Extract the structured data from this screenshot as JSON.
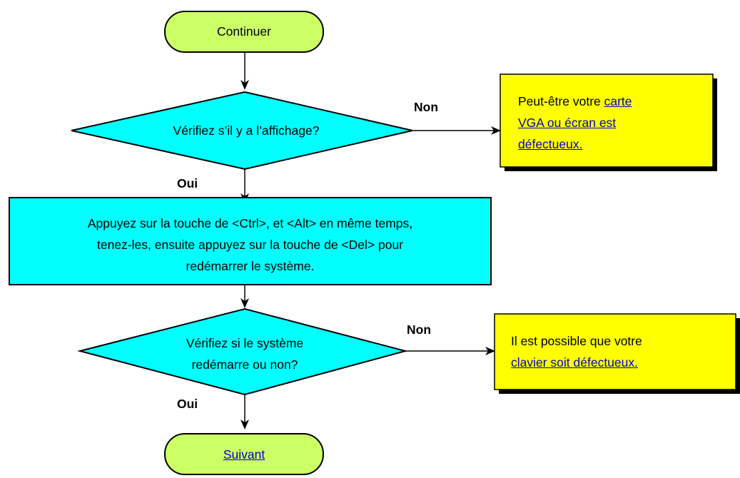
{
  "start": {
    "label": "Continuer"
  },
  "decision1": {
    "question": "Vérifiez s’il y a l’affichage?",
    "no_label": "Non",
    "yes_label": "Oui"
  },
  "result1": {
    "text": "Peut-être votre ",
    "link_line1": "carte ",
    "link_line2": "VGA ou écran est ",
    "link_line3": "défectueux."
  },
  "action": {
    "line1": "Appuyez sur la touche de <Ctrl>, et <Alt> en même temps,",
    "line2": "tenez-les, ensuite appuyez sur la touche de <Del> pour",
    "line3": "redémarrer le système."
  },
  "decision2": {
    "line1": "Vérifiez si le système",
    "line2": "redémarre ou non?",
    "no_label": "Non",
    "yes_label": "Oui"
  },
  "result2": {
    "line1": "Il est possible que votre",
    "link": "clavier soit défectueux."
  },
  "end": {
    "label": "Suivant"
  },
  "colors": {
    "terminator_fill": "#ccff66",
    "process_fill": "#00ffff",
    "result_fill": "#ffff00",
    "stroke": "#000000",
    "link": "#0000cc"
  }
}
